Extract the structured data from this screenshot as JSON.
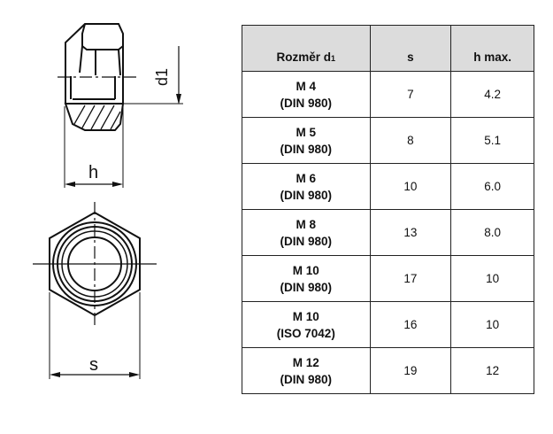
{
  "drawing": {
    "label_d1": "d1",
    "label_h": "h",
    "label_s": "s"
  },
  "table": {
    "headers": {
      "size": "Rozměr d",
      "size_sub": "1",
      "s": "s",
      "h": "h max."
    },
    "rows": [
      {
        "size": "M 4",
        "standard": "(DIN 980)",
        "s": "7",
        "h": "4.2"
      },
      {
        "size": "M 5",
        "standard": "(DIN 980)",
        "s": "8",
        "h": "5.1"
      },
      {
        "size": "M 6",
        "standard": "(DIN 980)",
        "s": "10",
        "h": "6.0"
      },
      {
        "size": "M 8",
        "standard": "(DIN 980)",
        "s": "13",
        "h": "8.0"
      },
      {
        "size": "M 10",
        "standard": "(DIN 980)",
        "s": "17",
        "h": "10"
      },
      {
        "size": "M 10",
        "standard": "(ISO 7042)",
        "s": "16",
        "h": "10"
      },
      {
        "size": "M 12",
        "standard": "(DIN 980)",
        "s": "19",
        "h": "12"
      }
    ]
  }
}
